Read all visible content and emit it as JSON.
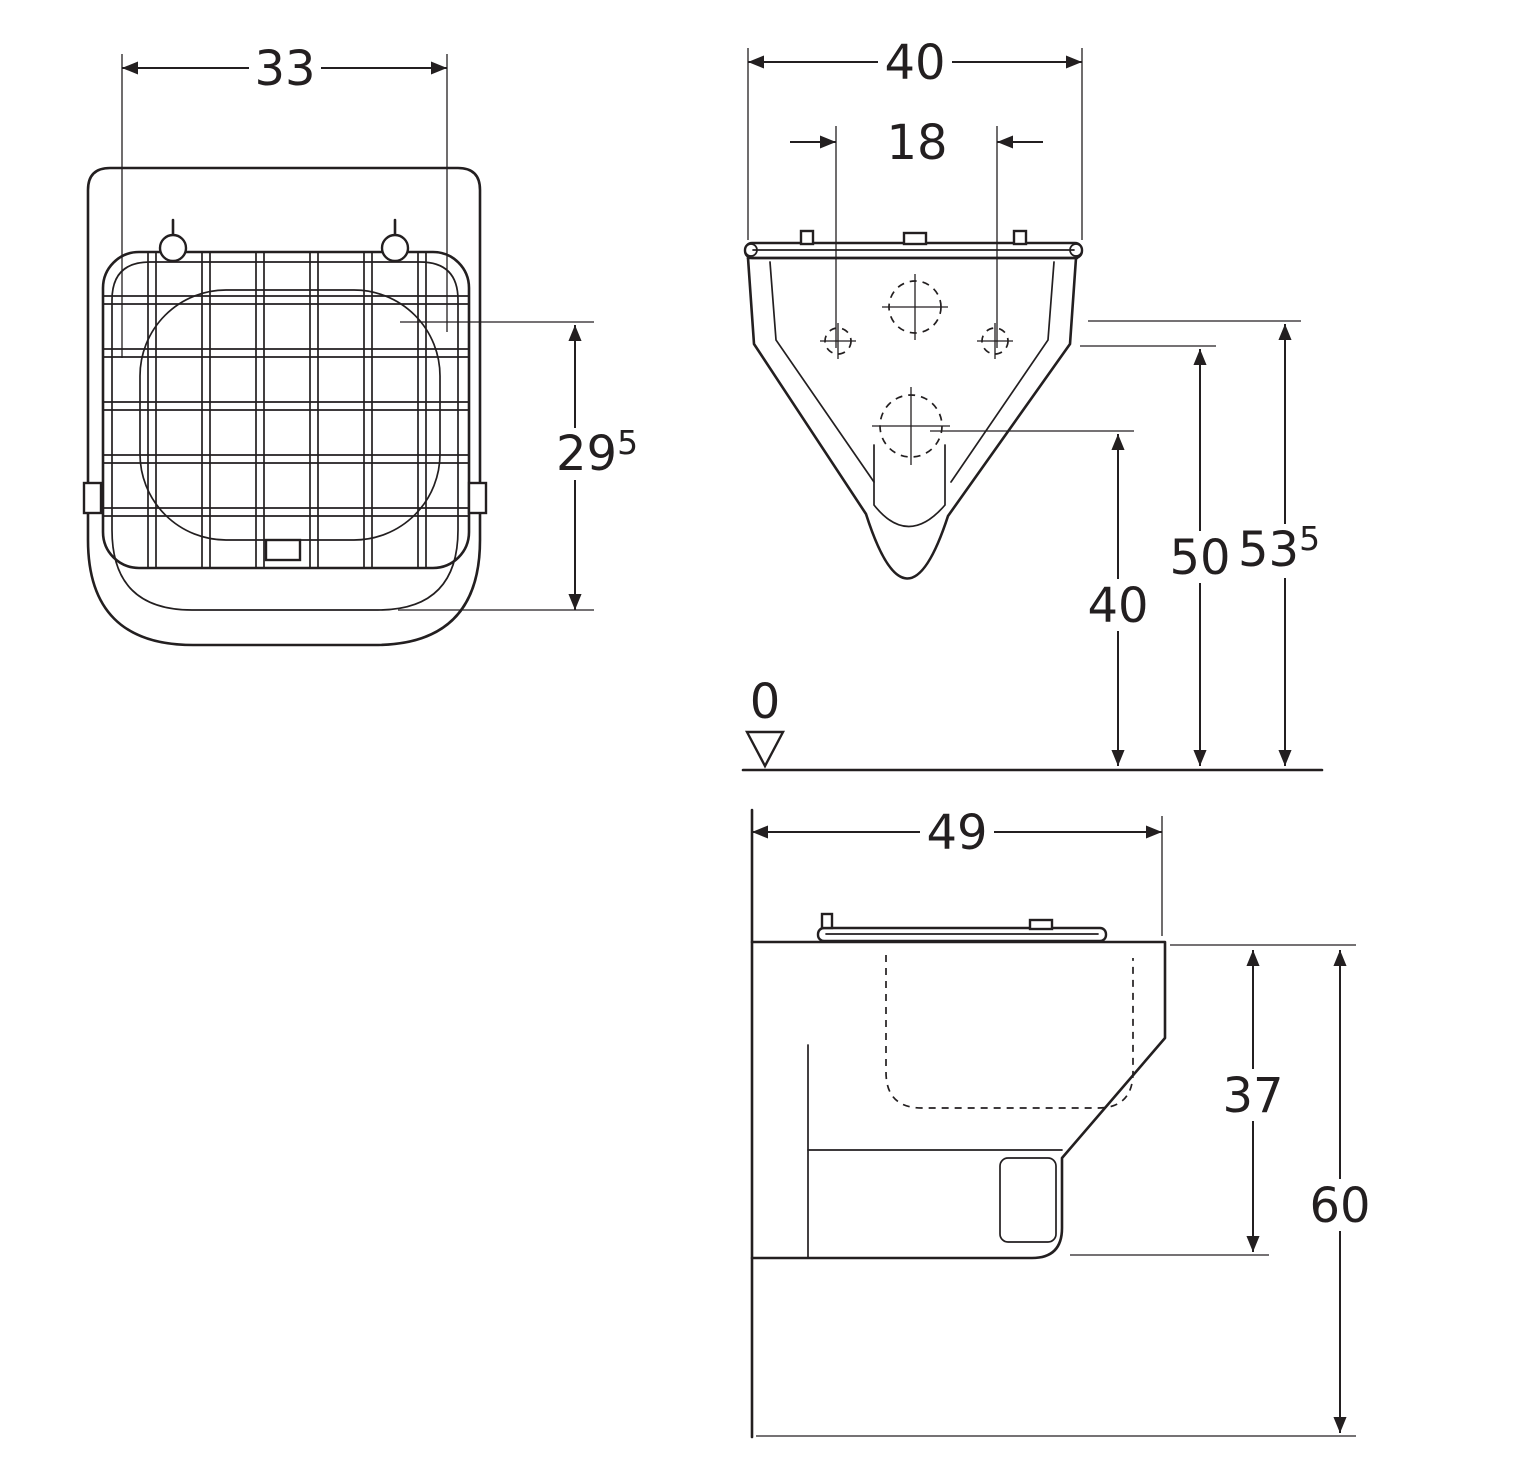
{
  "title": "sanitary-fixture-dimension-drawing",
  "colors": {
    "line": "#231f20",
    "bg": "#ffffff"
  },
  "views": {
    "top": {
      "name": "top-view",
      "width": "33",
      "depth": "29",
      "depth_sup": "5"
    },
    "front": {
      "name": "front-view",
      "width": "40",
      "hole_spacing": "18",
      "h_drain": "40",
      "h_rim": "50",
      "h_top": "53",
      "h_top_sup": "5",
      "datum": "0"
    },
    "side": {
      "name": "side-view",
      "depth": "49",
      "h_body": "37",
      "h_total": "60"
    }
  }
}
